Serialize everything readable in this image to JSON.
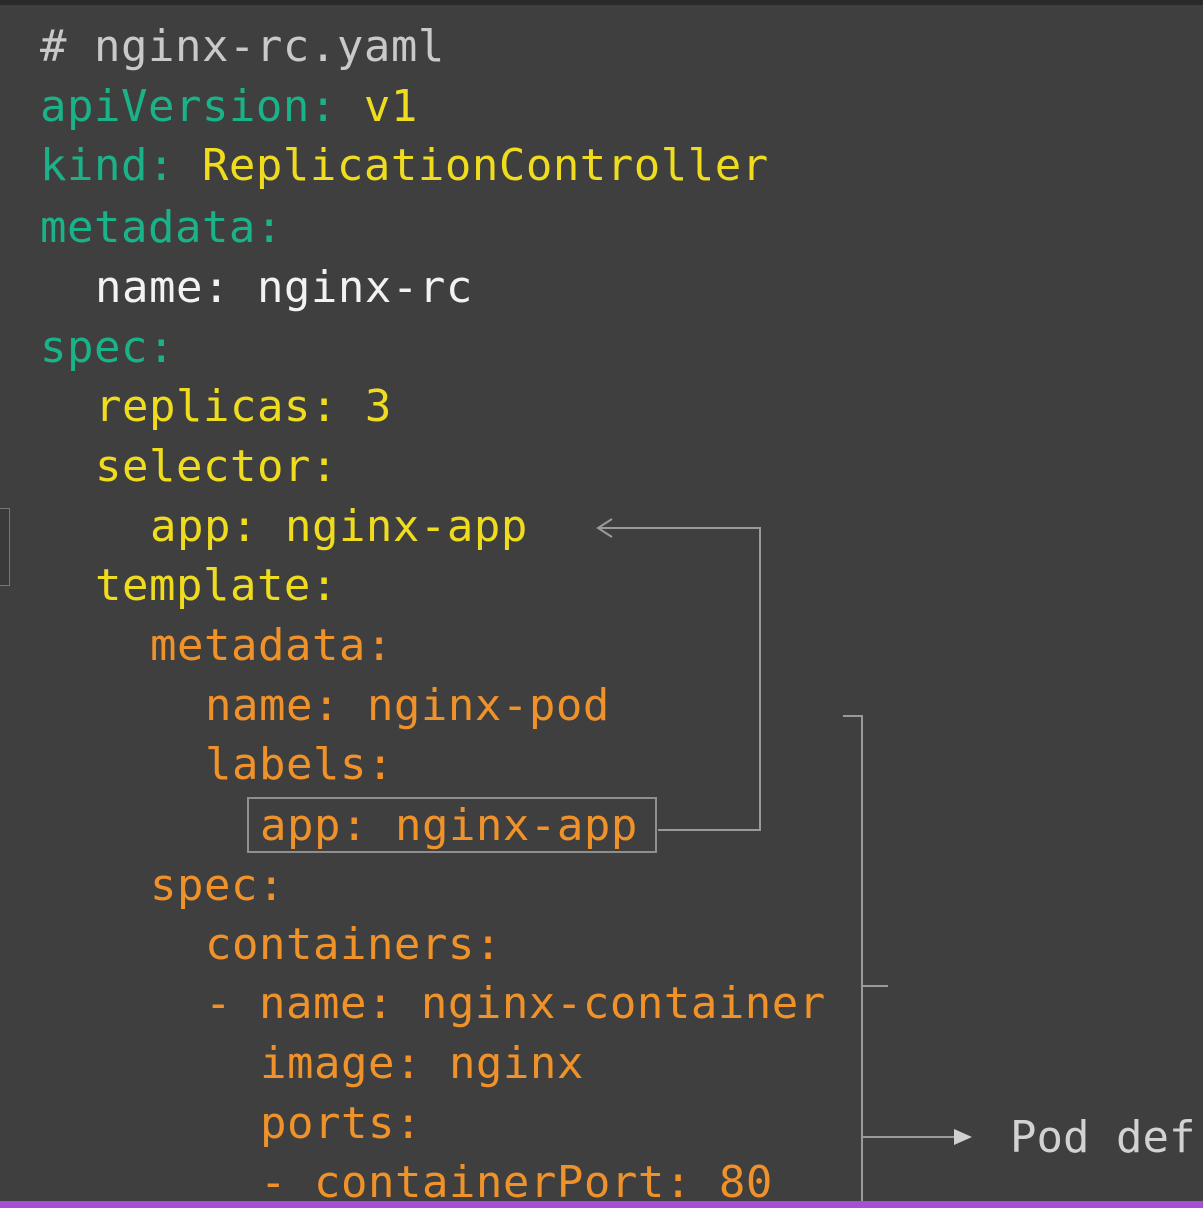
{
  "editor": {
    "lines": [
      {
        "key": "# nginx-rc.yaml",
        "value": ""
      },
      {
        "key": "apiVersion:",
        "value": " v1"
      },
      {
        "key": "kind:",
        "value": " ReplicationController"
      },
      {
        "key": "metadata:",
        "value": ""
      },
      {
        "key": "name:",
        "value": " nginx-rc"
      },
      {
        "key": "spec:",
        "value": ""
      },
      {
        "key": "replicas:",
        "value": " 3"
      },
      {
        "key": "selector:",
        "value": ""
      },
      {
        "key": "app:",
        "value": " nginx-app"
      },
      {
        "key": "template:",
        "value": ""
      },
      {
        "key": "metadata:",
        "value": ""
      },
      {
        "key": "name:",
        "value": " nginx-pod"
      },
      {
        "key": "labels:",
        "value": ""
      },
      {
        "key": "app:",
        "value": " nginx-app"
      },
      {
        "key": "spec:",
        "value": ""
      },
      {
        "key": "containers:",
        "value": ""
      },
      {
        "key": "- name:",
        "value": " nginx-container"
      },
      {
        "key": "image:",
        "value": " nginx"
      },
      {
        "key": "ports:",
        "value": ""
      },
      {
        "key": "- containerPort:",
        "value": " 80"
      }
    ]
  },
  "annotation": {
    "pod_label": "Pod def"
  },
  "colors": {
    "background": "#3f3f3f",
    "comment": "#c9c9c9",
    "teal": "#1ab389",
    "yellow": "#f0dc1e",
    "white": "#f2f2f2",
    "orange": "#f0922a",
    "bottom_bar": "#a64fd6"
  }
}
